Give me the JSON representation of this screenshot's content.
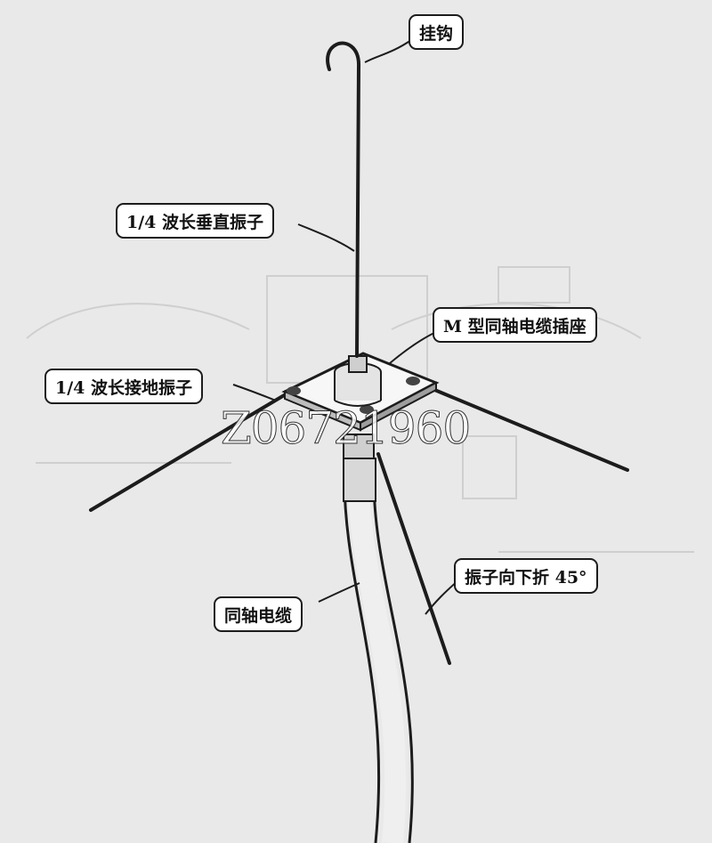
{
  "labels": {
    "hook": "挂钩",
    "vertical_element": "1/4 波长垂直振子",
    "connector": "M 型同轴电缆插座",
    "ground_element": "1/4 波长接地振子",
    "fold_note": "振子向下折 45°",
    "coax_cable": "同轴电缆"
  },
  "watermark": "Z06721960",
  "colors": {
    "background": "#e9e9e9",
    "line": "#1c1c1c",
    "callout_fill": "#ffffff"
  }
}
